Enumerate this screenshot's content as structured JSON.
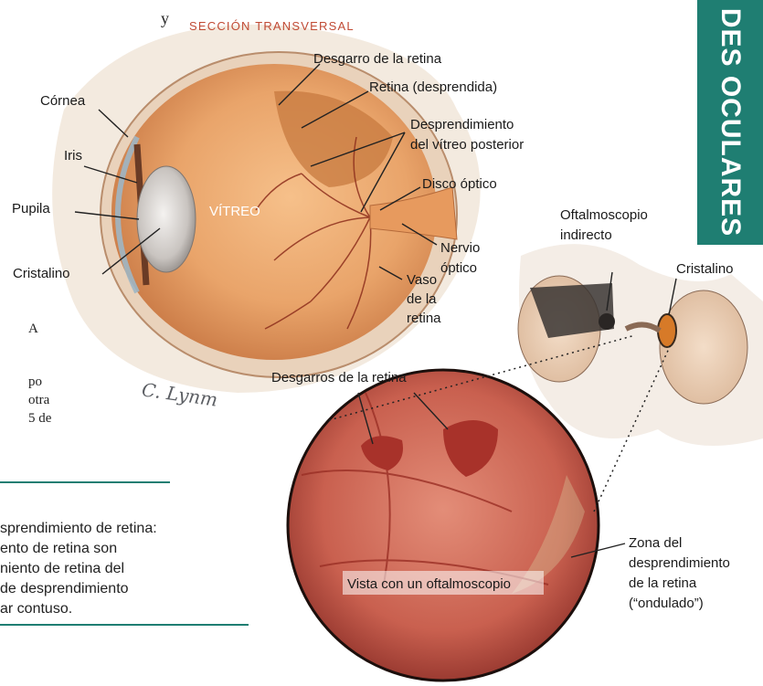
{
  "header": {
    "stray_letter": "y",
    "section_title": "SECCIÓN TRANSVERSAL",
    "banner_text": "DES OCULARES"
  },
  "eye_labels": {
    "cornea": "Córnea",
    "iris": "Iris",
    "pupil": "Pupila",
    "lens": "Cristalino",
    "vitreous": "VÍTREO",
    "retinal_tear": "Desgarro de la retina",
    "detached_retina": "Retina (desprendida)",
    "pvd_line1": "Desprendimiento",
    "pvd_line2": "del vítreo posterior",
    "optic_disc": "Disco óptico",
    "optic_nerve_line1": "Nervio",
    "optic_nerve_line2": "óptico",
    "vessel_line1": "Vaso",
    "vessel_line2": "de la",
    "vessel_line3": "retina",
    "signature": "C. Lynm"
  },
  "exam_labels": {
    "ophthalmoscope_line1": "Oftalmoscopio",
    "ophthalmoscope_line2": "indirecto",
    "lens": "Cristalino"
  },
  "fundus_labels": {
    "tears": "Desgarros de la retina",
    "zone_line1": "Zona del",
    "zone_line2": "desprendimiento",
    "zone_line3": "de la retina",
    "zone_line4": "(“ondulado”)",
    "view_caption": "Vista con un oftalmoscopio"
  },
  "left_text": {
    "frag_a": "A",
    "frag_po": "po",
    "frag_otra": "otra",
    "frag_de": "5 de",
    "body_line1": "sprendimiento de retina:",
    "body_line2": "ento de retina son",
    "body_line3": "niento de retina del",
    "body_line4": "de desprendimiento",
    "body_line5": "ar contuso."
  },
  "colors": {
    "accent_teal": "#1f7e72",
    "section_title_red": "#c04a34",
    "eye_orange": "#e6a064",
    "fundus_red": "#c8584a"
  }
}
